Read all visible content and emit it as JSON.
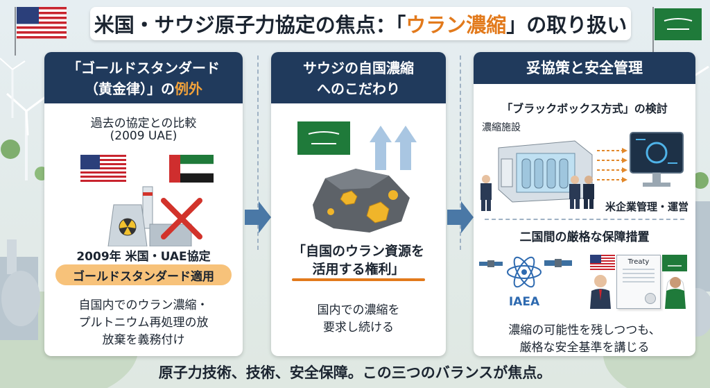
{
  "title": {
    "prefix": "米国・サウジ原子力協定の焦点：「",
    "highlight": "ウラン濃縮",
    "suffix": "」の取り扱い"
  },
  "panel1": {
    "header_line1": "「ゴールドスタンダード",
    "header_line2_a": "（黄金律）」の",
    "header_line2_b": "例外",
    "compare_line1": "過去の協定との比較",
    "compare_line2": "(2009 UAE)",
    "agreement": "2009年 米国・UAE協定",
    "badge": "ゴールドスタンダード適用",
    "desc_line1": "自国内でのウラン濃縮・",
    "desc_line2": "プルトニウム再処理の放",
    "desc_line3": "放棄を義務付け"
  },
  "panel2": {
    "header_line1": "サウジの自国濃縮",
    "header_line2": "へのこだわり",
    "claim_line1": "「自国のウラン資源を",
    "claim_line2": "活用する権利」",
    "desc_line1": "国内での濃縮を",
    "desc_line2": "要求し続ける"
  },
  "panel3": {
    "header": "妥協策と安全管理",
    "blackbox": "「ブラックボックス方式」の検討",
    "facility_label": "濃縮施設",
    "operator_label": "米企業管理・運営",
    "safeguards_title": "二国間の厳格な保障措置",
    "iaea_label": "IAEA",
    "treaty_label": "Treaty",
    "desc_line1": "濃縮の可能性を残しつつも、",
    "desc_line2": "厳格な安全基準を講じる"
  },
  "caption": "原子力技術、技術、安全保障。この三つのバランスが焦点。",
  "colors": {
    "header_bg": "#203a5c",
    "accent_orange": "#e27a1c",
    "red_text": "#d2332b",
    "badge_bg": "#f7c27a",
    "arrow_blue": "#4a78a6"
  },
  "icons": [
    "us-flag-icon",
    "saudi-flag-icon",
    "uae-flag-icon",
    "nuclear-plant-icon",
    "red-cross-icon",
    "uranium-ore-icon",
    "up-arrows-icon",
    "right-arrow-icon",
    "facility-icon",
    "monitor-icon",
    "satellite-icon",
    "iaea-logo-icon",
    "treaty-document-icon",
    "person-icon"
  ]
}
